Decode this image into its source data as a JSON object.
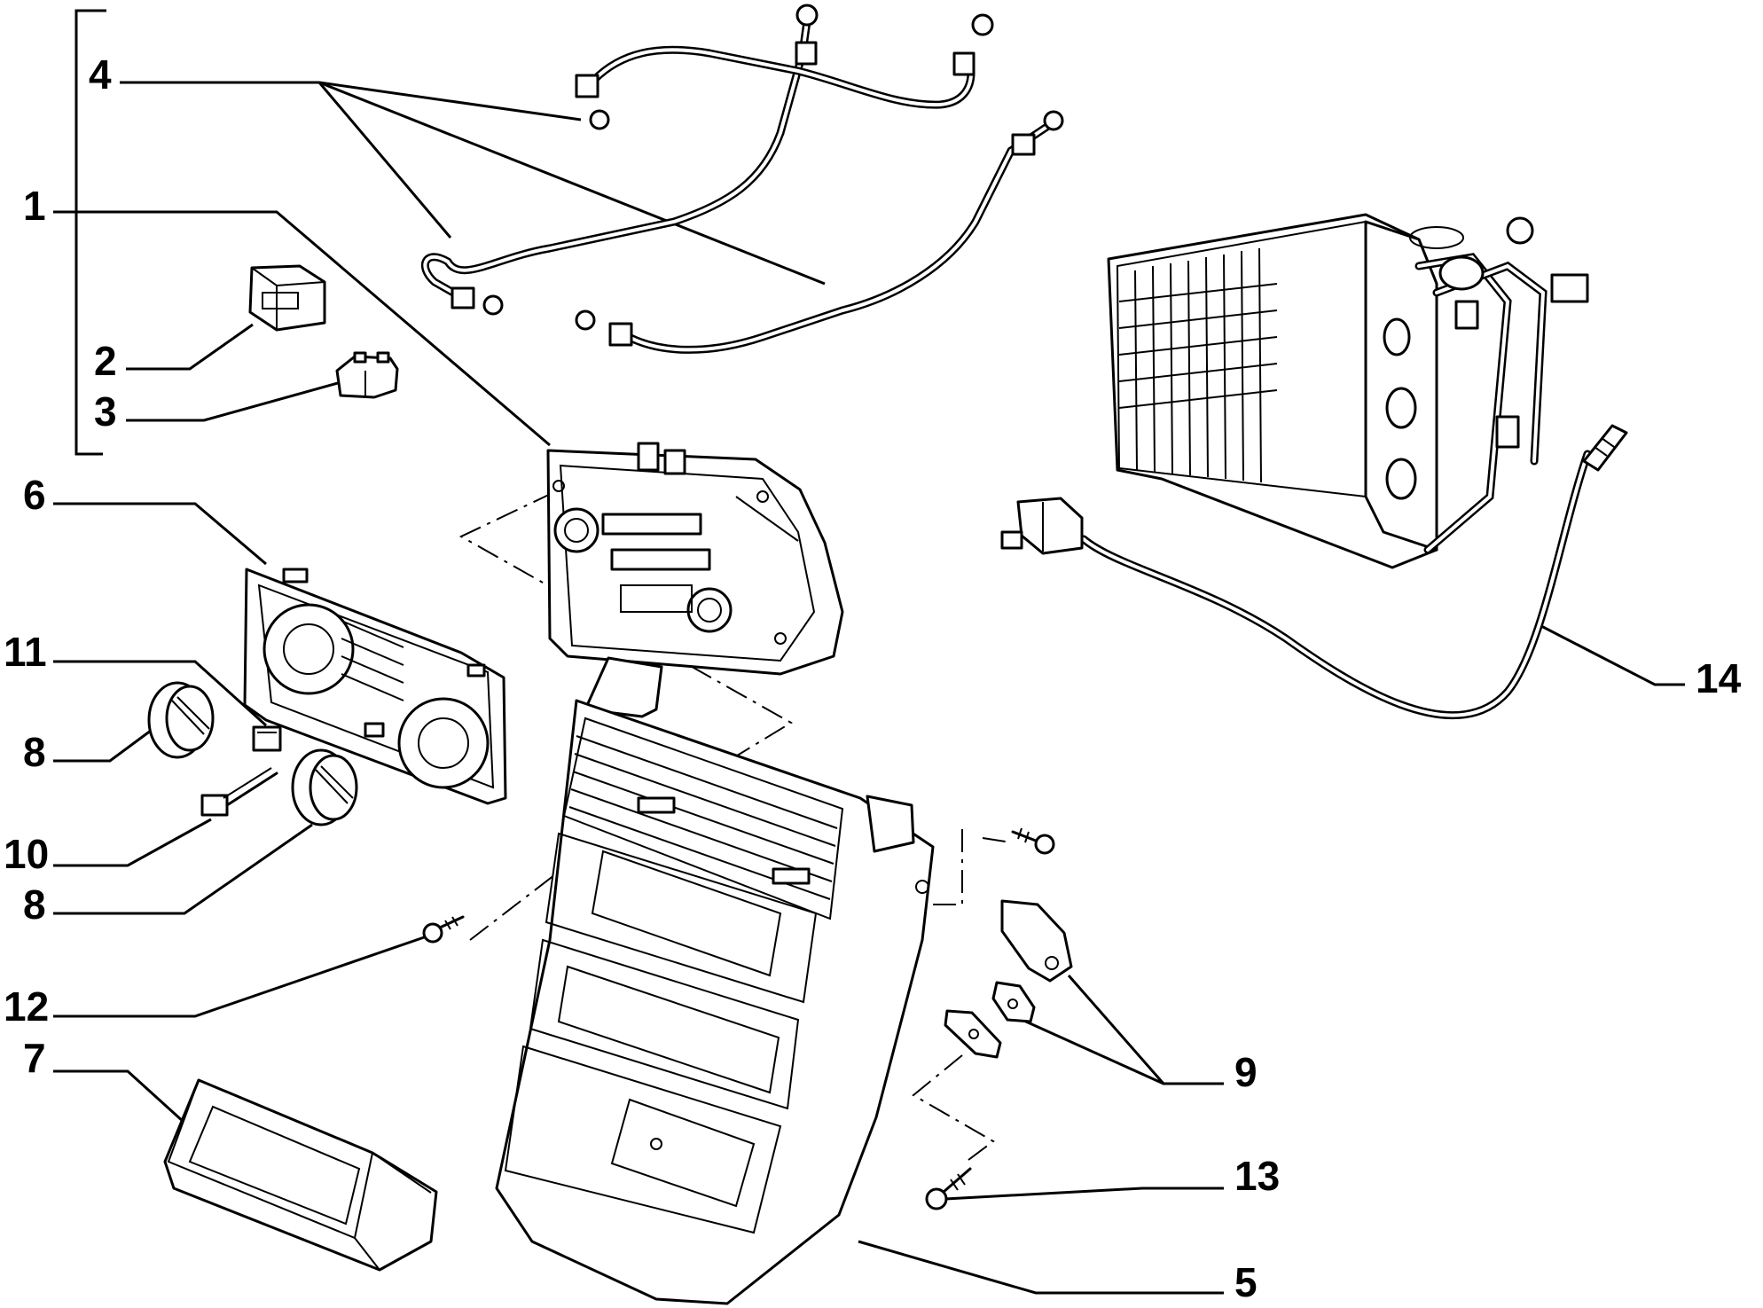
{
  "diagram": {
    "callouts": {
      "c1": "1",
      "c2": "2",
      "c3": "3",
      "c4": "4",
      "c5": "5",
      "c6": "6",
      "c7": "7",
      "c8a": "8",
      "c8b": "8",
      "c9": "9",
      "c10": "10",
      "c11": "11",
      "c12": "12",
      "c13": "13",
      "c14": "14"
    }
  }
}
